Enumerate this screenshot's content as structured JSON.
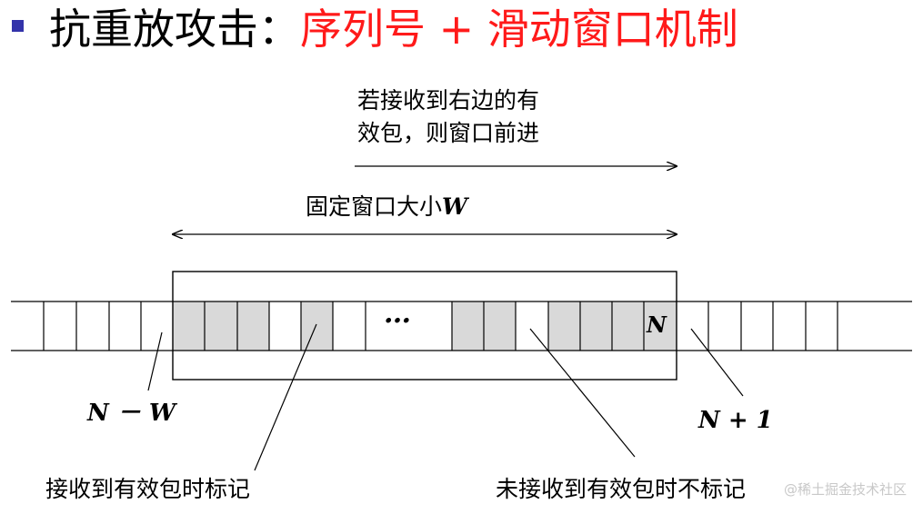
{
  "title": {
    "prefix": "抗重放攻击：",
    "highlight": "序列号 + 滑动窗口机制"
  },
  "labels": {
    "advance_line1": "若接收到右边的有",
    "advance_line2": "效包，则窗口前进",
    "window_size_text": "固定窗口大小",
    "window_size_var": "W",
    "left_edge": "N － W",
    "right_edge": "N + 1",
    "cell_n": "N",
    "ellipsis": "…",
    "marked": "接收到有效包时标记",
    "unmarked": "未接收到有效包时不标记"
  },
  "watermark": "@稀土掘金技术社区",
  "colors": {
    "highlight": "#ff1a1a",
    "marked_fill": "#d9d9d9",
    "bullet": "#3333aa"
  }
}
